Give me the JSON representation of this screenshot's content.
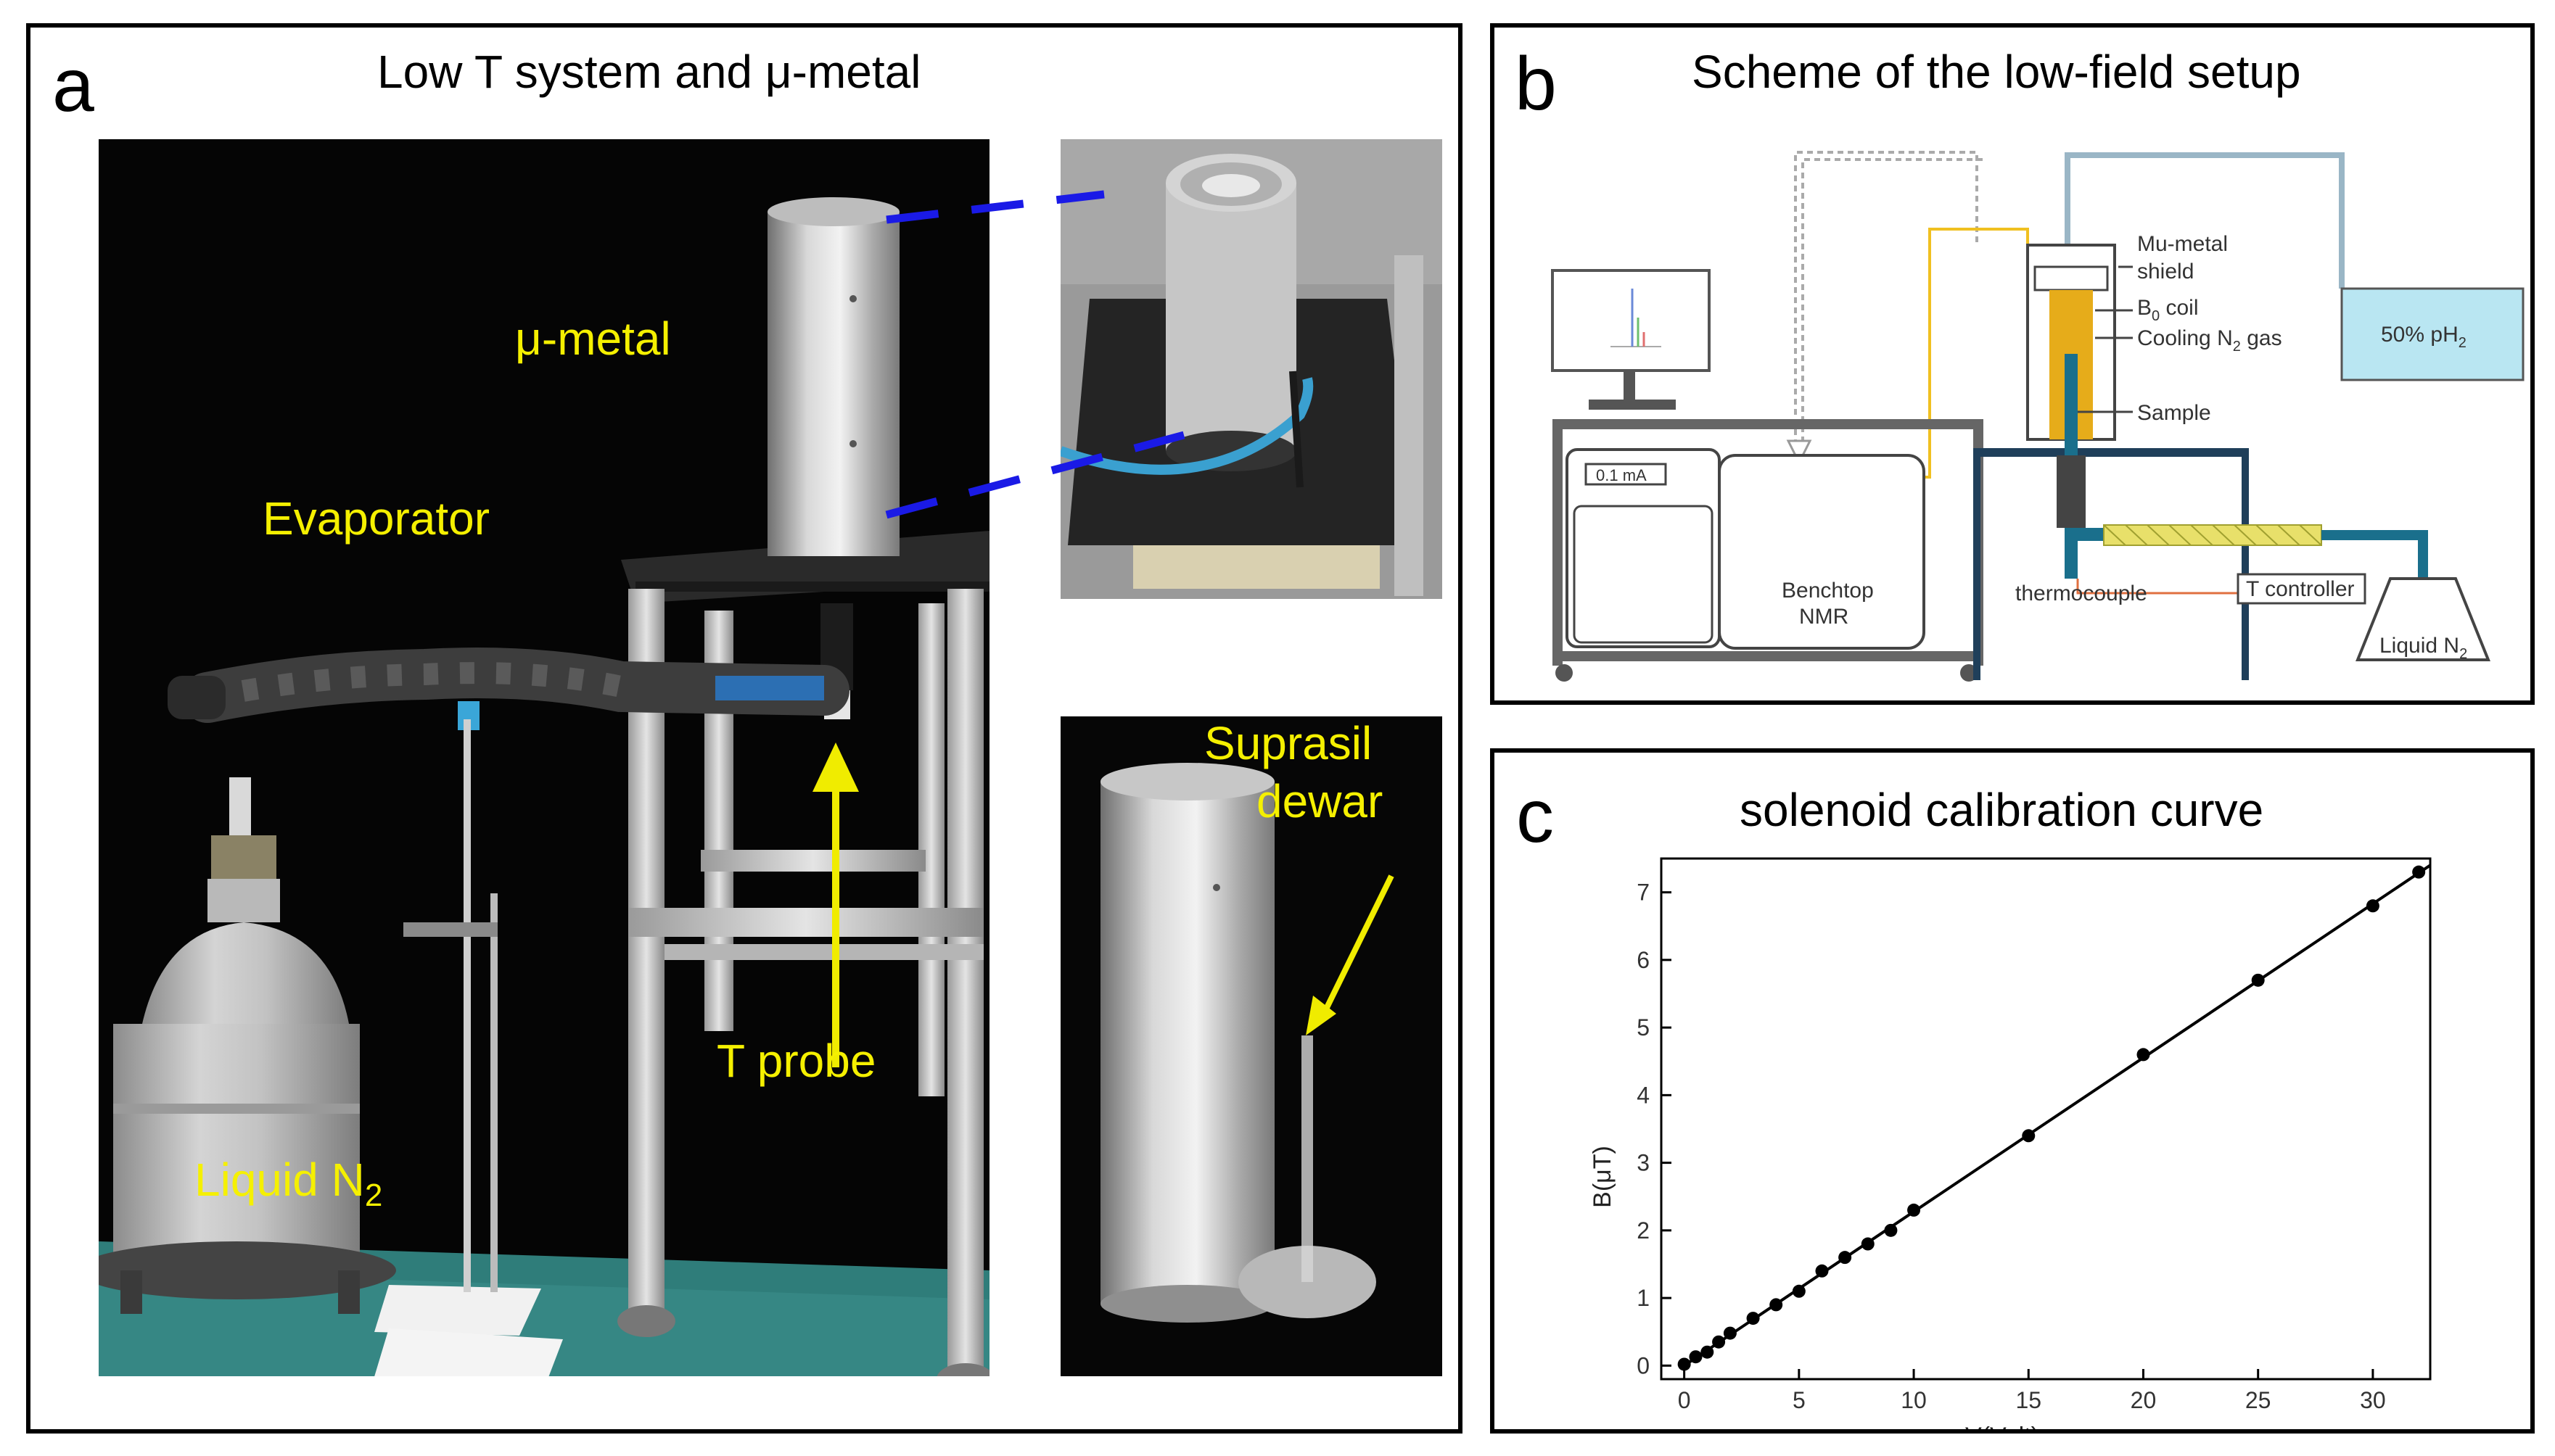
{
  "panel_a": {
    "letter": "a",
    "title": "Low T system and μ-metal",
    "labels": {
      "mu_metal": "μ-metal",
      "evaporator": "Evaporator",
      "t_probe": "T probe",
      "liquid_n2": "Liquid N",
      "liquid_n2_sub": "2",
      "suprasil": "Suprasil",
      "dewar": "dewar"
    }
  },
  "panel_b": {
    "letter": "b",
    "title": "Scheme of the low-field setup",
    "labels": {
      "mu_metal_shield_1": "Mu-metal",
      "mu_metal_shield_2": "shield",
      "b0_coil": "B",
      "b0_coil_sub": "0",
      "b0_coil_rest": " coil",
      "cooling_gas": "Cooling N",
      "cooling_gas_sub": "2",
      "cooling_gas_rest": " gas",
      "ph2": "50% pH",
      "ph2_sub": "2",
      "sample": "Sample",
      "current": "0.1 mA",
      "benchtop_1": "Benchtop",
      "benchtop_2": "NMR",
      "thermocouple": "thermocouple",
      "t_controller": "T controller",
      "liquid_n2": "Liquid N",
      "liquid_n2_sub": "2"
    }
  },
  "panel_c": {
    "letter": "c",
    "title": "solenoid calibration curve"
  },
  "chart_data": {
    "type": "scatter",
    "title": "solenoid calibration curve",
    "xlabel": "V(Volt)",
    "ylabel": "B(μT)",
    "xlim": [
      -1,
      32.5
    ],
    "ylim": [
      -0.2,
      7.5
    ],
    "xticks": [
      "0",
      "5",
      "10",
      "15",
      "20",
      "25",
      "30"
    ],
    "yticks": [
      "0",
      "1",
      "2",
      "3",
      "4",
      "5",
      "6",
      "7"
    ],
    "grid": false,
    "series": [
      {
        "x": [
          0,
          0.5,
          1,
          1.5,
          2,
          3,
          4,
          5,
          6,
          7,
          8,
          9,
          10,
          15,
          20,
          25,
          30,
          32
        ],
        "y": [
          0.02,
          0.13,
          0.2,
          0.35,
          0.48,
          0.7,
          0.9,
          1.1,
          1.4,
          1.6,
          1.8,
          2.0,
          2.3,
          3.4,
          4.6,
          5.7,
          6.8,
          7.3
        ]
      }
    ],
    "fit_line": {
      "x": [
        0,
        32.5
      ],
      "y": [
        0.0,
        7.4
      ]
    }
  },
  "colors": {
    "label_yellow": "#f5f000",
    "arrow_yellow": "#f0ec00",
    "blue_dash": "#1a1ae6",
    "frame": "#000000"
  }
}
